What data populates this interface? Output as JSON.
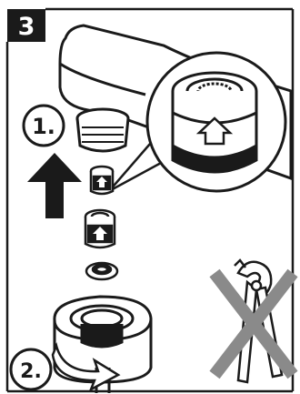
{
  "step": {
    "number": "3"
  },
  "callouts": {
    "step1": "1.",
    "step2": "2."
  },
  "colors": {
    "ink": "#1a1a1a",
    "cross": "#8a8a8a",
    "pale": "#ffffff"
  },
  "icons": [
    "up-arrow-icon",
    "rotate-arrow-icon",
    "no-pliers-icon"
  ]
}
